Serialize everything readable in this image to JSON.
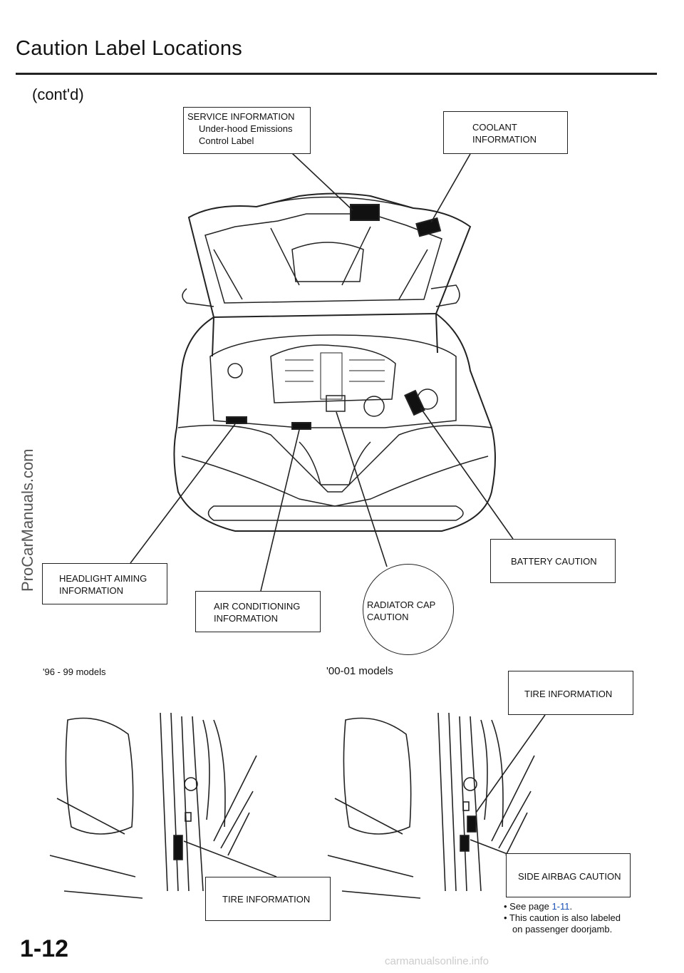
{
  "page": {
    "title": "Caution Label Locations",
    "subtitle": "(cont'd)",
    "page_number": "1-12",
    "watermark_side": "ProCarManuals.com",
    "watermark_bottom": "carmanualsonline.info"
  },
  "labels": {
    "service_info": {
      "line1": "SERVICE  INFORMATION",
      "line2": "Under-hood Emissions",
      "line3": "Control Label"
    },
    "coolant": {
      "line1": "COOLANT",
      "line2": "INFORMATION"
    },
    "headlight": {
      "line1": "HEADLIGHT AIMING",
      "line2": "INFORMATION"
    },
    "air_conditioning": {
      "line1": "AIR  CONDITIONING",
      "line2": "INFORMATION"
    },
    "radiator_cap": {
      "line1": "RADIATOR CAP",
      "line2": "CAUTION"
    },
    "battery": "BATTERY CAUTION",
    "tire_info_right": "TIRE INFORMATION",
    "side_airbag": "SIDE AIRBAG CAUTION",
    "tire_info_left": "TIRE INFORMATION"
  },
  "models": {
    "left": "'96 - 99  models",
    "right": "'00-01 models"
  },
  "notes": {
    "line1_prefix": "• See page ",
    "line1_link": "1-11",
    "line1_suffix": ".",
    "line2": "• This caution  is also labeled",
    "line3": "on passenger doorjamb."
  },
  "colors": {
    "ink": "#222222",
    "link": "#1a4fb5"
  }
}
